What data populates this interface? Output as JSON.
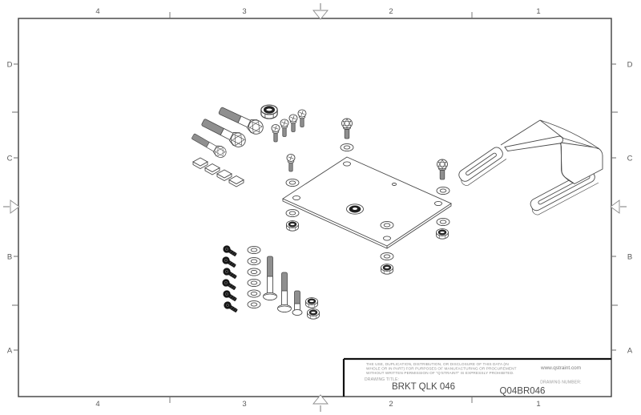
{
  "grid": {
    "cols": [
      "4",
      "3",
      "2",
      "1"
    ],
    "rows": [
      "D",
      "C",
      "B",
      "A"
    ]
  },
  "title_block": {
    "disclaimer_line1": "THE USE, DUPLICATION, DISTRIBUTION, OR DISCLOSURE OF THIS DATA (IN",
    "disclaimer_line2": "WHOLE OR IN PART) FOR PURPOSES OF MANUFACTURING OR PROCUREMENT",
    "disclaimer_line3": "WITHOUT WRITTEN PERMISSION OF \"Q'STRAINT\" IS EXPRESSLY PROHIBITED.",
    "drawing_title_label": "DRAWING TITLE:",
    "drawing_title": "BRKT QLK 046",
    "website": "www.qstraint.com",
    "drawing_number_label": "DRAWING NUMBER:",
    "drawing_number": "Q04BR046"
  },
  "colors": {
    "line": "#4a4a4a",
    "thread_gray": "#8f8f8f",
    "black_hardware": "#161616",
    "paper": "#ffffff"
  },
  "drawing": {
    "type": "exploded-assembly-isometric",
    "parts": [
      "hex-bolt x3",
      "square-spacer x4",
      "hex-locknut x1 large",
      "pan-head-screw x5",
      "flange-bolt x3",
      "washer x13",
      "locknut x5",
      "mounting-plate x1",
      "button-screw x6",
      "carriage-bolt x3",
      "slotted-fork-bracket x1"
    ]
  }
}
